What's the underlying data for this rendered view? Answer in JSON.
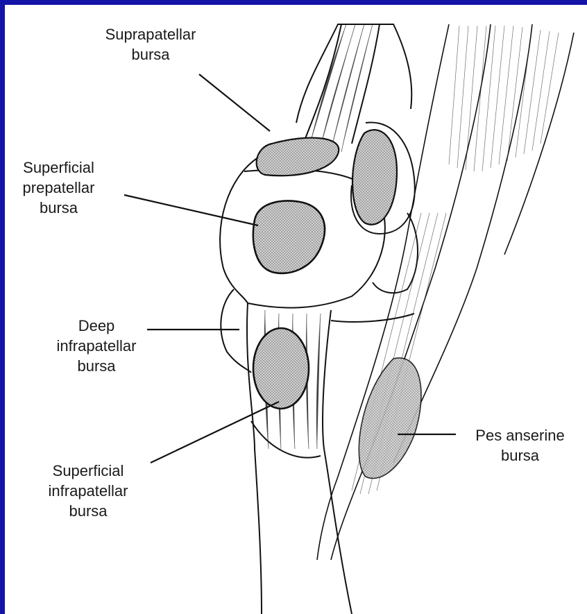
{
  "labels": {
    "suprapatellar": "Suprapatellar\nbursa",
    "superficial_prepatellar": "Superficial\nprepatellar\nbursa",
    "deep_infrapatellar": "Deep\ninfrapatellar\nbursa",
    "superficial_infrapatellar": "Superficial\ninfrapatellar\nbursa",
    "pes_anserine": "Pes anserine\nbursa"
  },
  "colors": {
    "frame_border": "#1414a8",
    "background": "#ffffff",
    "line_art": "#111111",
    "bursa_fill": "#b9b9b9"
  }
}
